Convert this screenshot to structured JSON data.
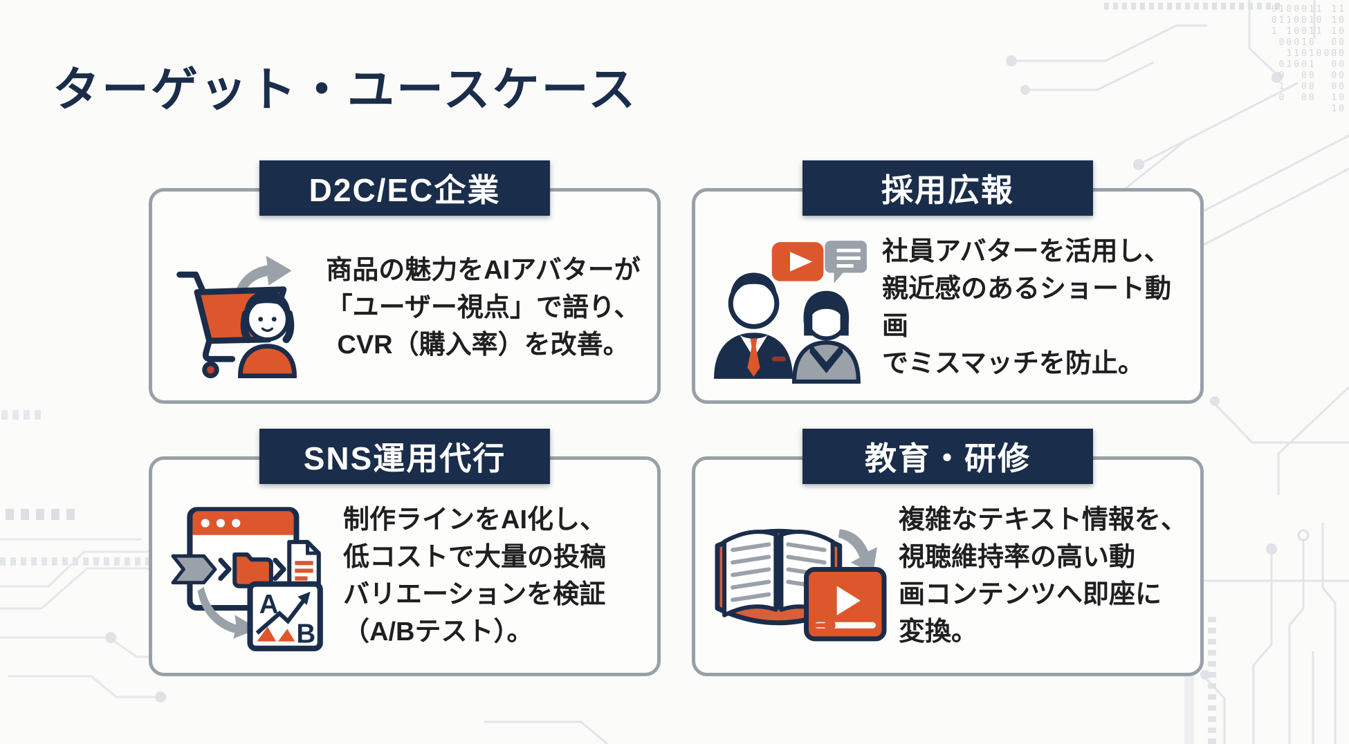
{
  "title": "ターゲット・ユースケース",
  "colors": {
    "navy": "#1a2d4a",
    "orange": "#dd572c",
    "border_gray": "#98a0a8",
    "icon_gray": "#9aa1a9",
    "text": "#1f1f1f",
    "background": "#fbfbf9",
    "circuit": "#e2e5e8"
  },
  "cards": [
    {
      "header": "D2C/EC企業",
      "icon": "cart-avatar-icon",
      "body": "商品の魅力をAIアバターが\n「ユーザー視点」で語り、\nCVR（購入率）を改善。"
    },
    {
      "header": "採用広報",
      "icon": "employees-video-icon",
      "body": "社員アバターを活用し、\n親近感のあるショート動画\nでミスマッチを防止。"
    },
    {
      "header": "SNS運用代行",
      "icon": "workflow-ab-test-icon",
      "body": "制作ラインをAI化し、\n低コストで大量の投稿\nバリエーションを検証\n（A/Bテスト）。"
    },
    {
      "header": "教育・研修",
      "icon": "book-to-video-icon",
      "body": "複雑なテキスト情報を、\n視聴維持率の高い動\n画コンテンツへ即座に\n変換。"
    }
  ],
  "background": {
    "binary_rows": [
      "0100011 11",
      "0110010 10",
      "1 10011 10",
      "00010  00",
      "11010000",
      "01001  00",
      "0  00  00",
      "1  00  00",
      "0  00  10",
      "10"
    ]
  }
}
